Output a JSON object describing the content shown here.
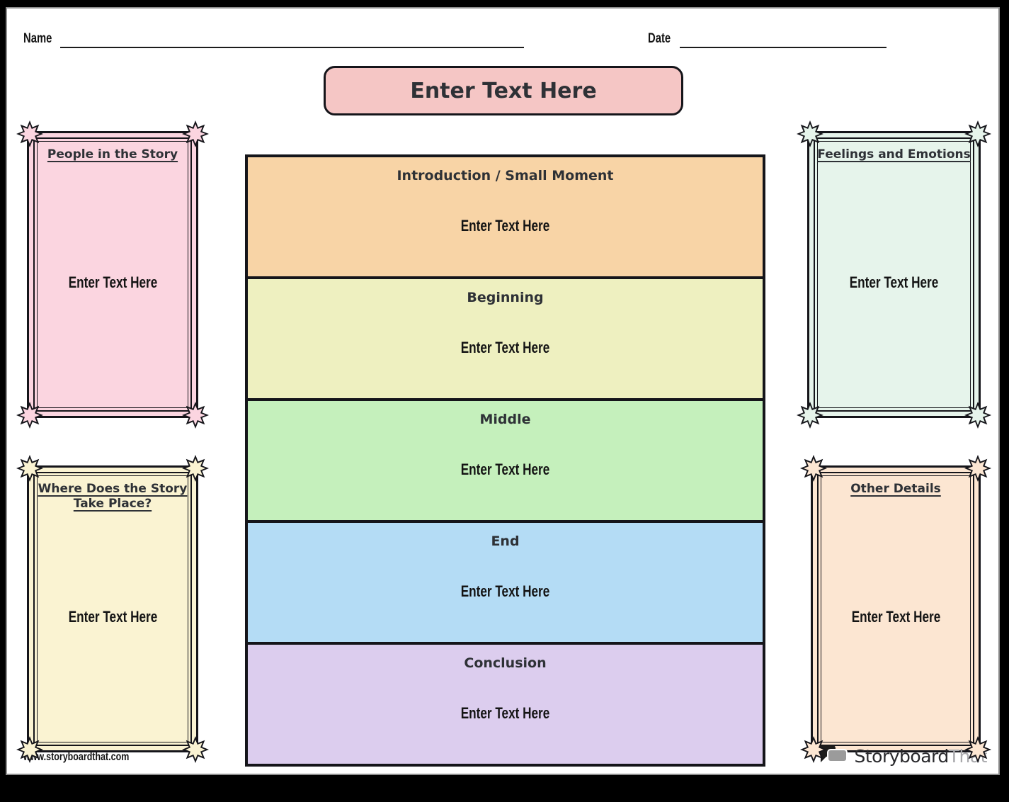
{
  "page": {
    "name_label": "Name",
    "date_label": "Date",
    "title": "Enter Text Here",
    "footer_url": "www.storyboardthat.com",
    "brand": {
      "primary": "Storyboard",
      "secondary": "That",
      "icon": "chat-bubbles-icon"
    }
  },
  "side_boxes": [
    {
      "heading": "People in the Story",
      "body": "Enter Text Here",
      "fill": "#FBD5E0"
    },
    {
      "heading": "Where Does the Story Take Place?",
      "body": "Enter Text Here",
      "fill": "#FAF3D2"
    },
    {
      "heading": "Feelings and Emotions",
      "body": "Enter Text Here",
      "fill": "#E6F4EB"
    },
    {
      "heading": "Other Details",
      "body": "Enter Text Here",
      "fill": "#FCE6D2"
    }
  ],
  "story_sections": [
    {
      "title": "Introduction / Small Moment",
      "body": "Enter Text Here",
      "fill": "#F8D4A6"
    },
    {
      "title": "Beginning",
      "body": "Enter Text Here",
      "fill": "#EEF0C0"
    },
    {
      "title": "Middle",
      "body": "Enter Text Here",
      "fill": "#C5F0BC"
    },
    {
      "title": "End",
      "body": "Enter Text Here",
      "fill": "#B4DCF5"
    },
    {
      "title": "Conclusion",
      "body": "Enter Text Here",
      "fill": "#DCCDEE"
    }
  ],
  "colors": {
    "title_box_fill": "#F5C6C5",
    "frame_border": "#15151A",
    "heading_text": "#2E3136",
    "body_text": "#141414",
    "brand_primary_text": "#29292C",
    "brand_secondary_text": "#A9A9AC",
    "bubble_front": "#9B9B9B",
    "bubble_back": "#1C1C1C"
  }
}
